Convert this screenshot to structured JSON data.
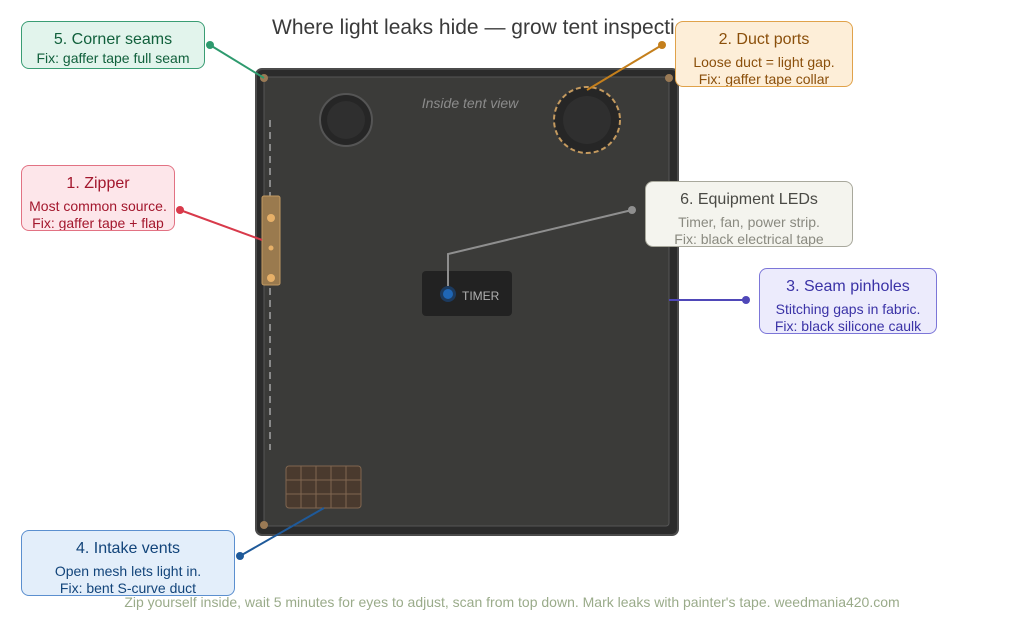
{
  "title": "Where light leaks hide — grow tent inspection",
  "tent_view_label": "Inside tent view",
  "timer_label": "TIMER",
  "footer": "Zip yourself inside, wait 5 minutes for eyes to adjust, scan from top down. Mark leaks with painter's tape. weedmania420.com",
  "callouts": {
    "corner_seams": {
      "title": "5. Corner seams",
      "line1": "Fix: gaffer tape full seam"
    },
    "duct_ports": {
      "title": "2. Duct ports",
      "line1": "Loose duct = light gap.",
      "line2": "Fix: gaffer tape collar"
    },
    "zipper": {
      "title": "1. Zipper",
      "line1": "Most common source.",
      "line2": "Fix: gaffer tape + flap"
    },
    "equipment_leds": {
      "title": "6. Equipment LEDs",
      "line1": "Timer, fan, power strip.",
      "line2": "Fix: black electrical tape"
    },
    "seam_pinholes": {
      "title": "3. Seam pinholes",
      "line1": "Stitching gaps in fabric.",
      "line2": "Fix: black silicone caulk"
    },
    "intake_vents": {
      "title": "4. Intake vents",
      "line1": "Open mesh lets light in.",
      "line2": "Fix: bent S-curve duct"
    }
  },
  "colors": {
    "tent_frame": "#2a2a2a",
    "tent_fabric": "#3a3a38",
    "zipper_accent": "#e7b068",
    "leader_green": "#2e9a6e",
    "leader_orange": "#c47f1c",
    "leader_red": "#d83a4b",
    "leader_gray": "#8f8f8f",
    "leader_purple": "#4f47b8",
    "leader_blue": "#1f5a9a",
    "led_blue": "#1f66b5"
  }
}
